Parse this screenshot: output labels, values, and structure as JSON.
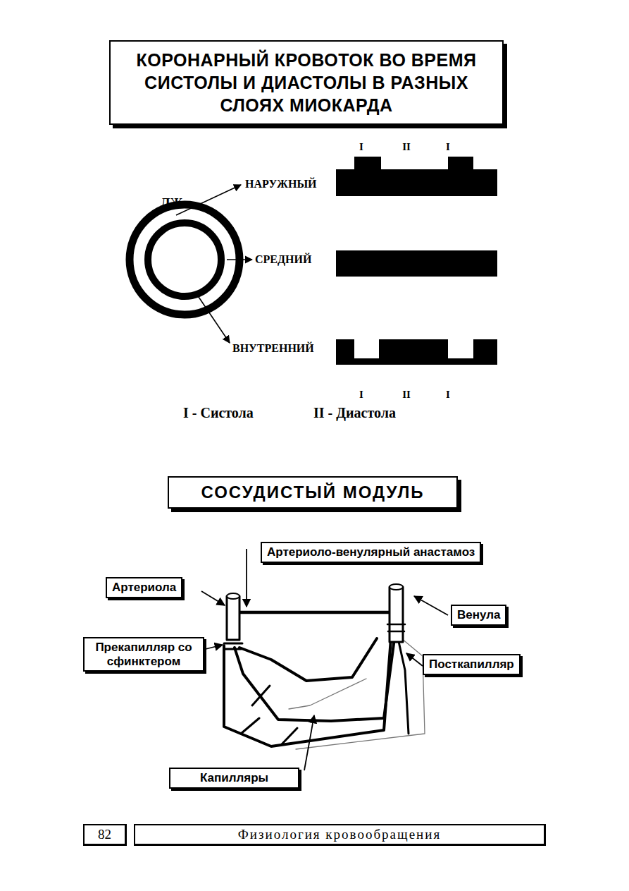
{
  "diagram": {
    "title": "КОРОНАРНЫЙ КРОВОТОК ВО ВРЕМЯ СИСТОЛЫ И ДИАСТОЛЫ В РАЗНЫХ СЛОЯХ МИОКАРДА",
    "nodes": [
      {
        "text": [
          "СОСУДИСТЫЙ МОДУЛЬ"
        ]
      },
      {
        "text": [
          "Артериоло-венулярный анастамоз"
        ]
      },
      {
        "text": [
          "Артериола"
        ]
      },
      {
        "text": [
          "Венула"
        ]
      },
      {
        "text": [
          "Прекапилляр со сфинктером"
        ]
      },
      {
        "text": [
          "Посткапилляр"
        ]
      },
      {
        "text": [
          "Капилляры"
        ]
      },
      {
        "text": [
          "82"
        ]
      },
      {
        "text": [
          "Физиология кровообращения"
        ]
      }
    ],
    "labels": [
      "ЛЖ",
      "НАРУЖНЫЙ",
      "СРЕДНИЙ",
      "ВНУТРЕННИЙ",
      "I",
      "II",
      "I",
      "I",
      "II",
      "I",
      "I - Систола",
      "II - Диастола"
    ]
  }
}
